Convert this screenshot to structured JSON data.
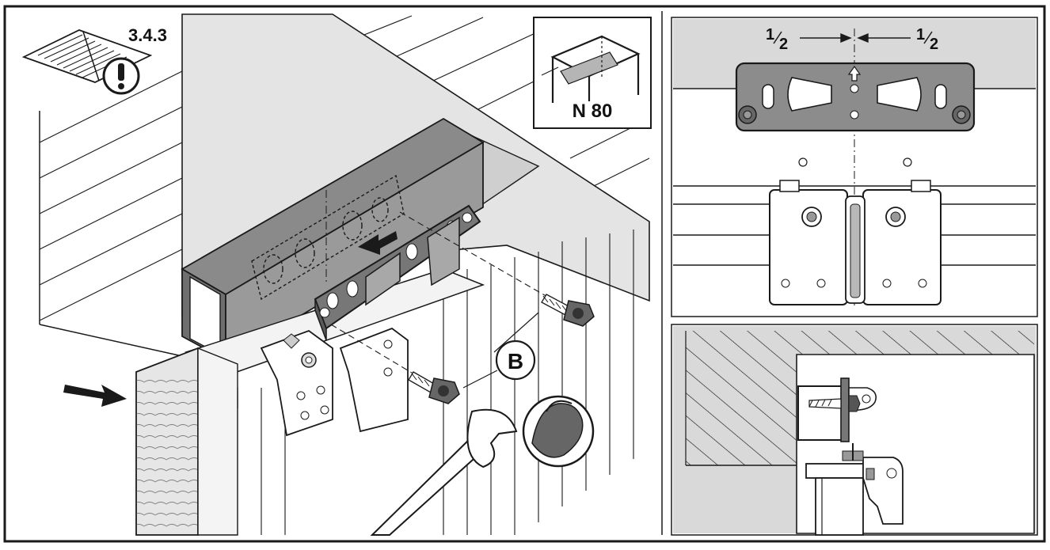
{
  "labels": {
    "section_ref": "3.4.3",
    "screw_callout": "B",
    "clearance_code": "N 80",
    "half_left": "1",
    "half_left_den": "2",
    "half_right": "1",
    "half_right_den": "2"
  },
  "icons": {
    "manual": "manual-book-icon",
    "warning": "exclamation-icon",
    "strength": "tighten-firmly-icon"
  },
  "colors": {
    "line": "#1a1a1a",
    "panel_grey": "#d9d9d9",
    "cabinet_grey": "#e4e4e4",
    "bracket_dark": "#777777",
    "rail_dark": "#8a8a8a",
    "background": "#ffffff"
  }
}
